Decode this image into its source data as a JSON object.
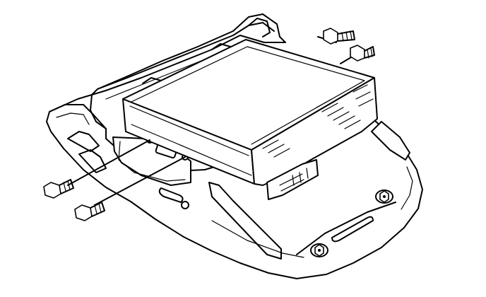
{
  "figure": {
    "subject": "audio-unit-bracket-assembly",
    "parts": [
      "mounting-bracket",
      "audio-unit",
      "mounting-bolt",
      "mounting-bolt",
      "mounting-bolt",
      "mounting-bolt"
    ],
    "line_color": "#000000",
    "background": "#ffffff"
  }
}
